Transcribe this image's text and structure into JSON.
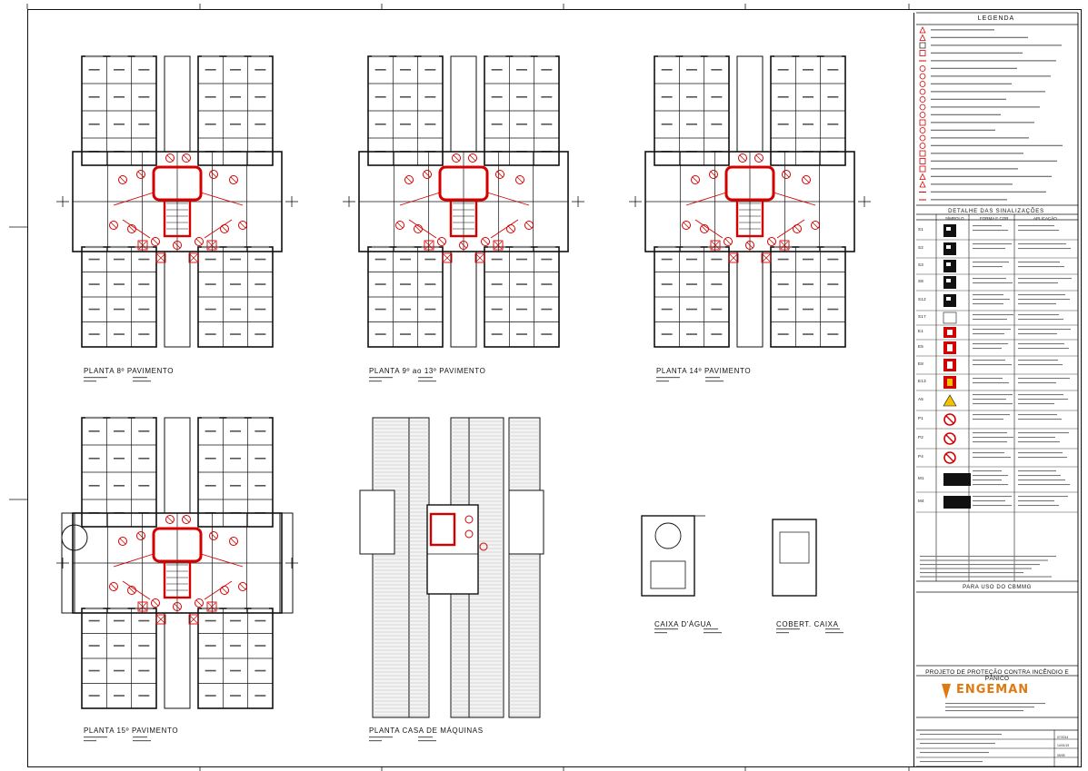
{
  "legend": {
    "title": "LEGENDA",
    "items": [
      {
        "color": "#d40000",
        "shape": "tri"
      },
      {
        "color": "#d40000",
        "shape": "tri"
      },
      {
        "color": "#333",
        "shape": "sq"
      },
      {
        "color": "#d40000",
        "shape": "sq"
      },
      {
        "color": "#d40000",
        "shape": "line"
      },
      {
        "color": "#d40000",
        "shape": "circ"
      },
      {
        "color": "#d40000",
        "shape": "circ"
      },
      {
        "color": "#d40000",
        "shape": "circ"
      },
      {
        "color": "#d40000",
        "shape": "circ"
      },
      {
        "color": "#d40000",
        "shape": "circ"
      },
      {
        "color": "#d40000",
        "shape": "circ"
      },
      {
        "color": "#d40000",
        "shape": "circ"
      },
      {
        "color": "#d40000",
        "shape": "sq"
      },
      {
        "color": "#d40000",
        "shape": "circ"
      },
      {
        "color": "#d40000",
        "shape": "circ"
      },
      {
        "color": "#d40000",
        "shape": "circ"
      },
      {
        "color": "#d40000",
        "shape": "sq"
      },
      {
        "color": "#d40000",
        "shape": "sq"
      },
      {
        "color": "#d40000",
        "shape": "sq"
      },
      {
        "color": "#d40000",
        "shape": "tri"
      },
      {
        "color": "#d40000",
        "shape": "tri"
      },
      {
        "color": "#d40000",
        "shape": "line"
      },
      {
        "color": "#d40000",
        "shape": "line"
      }
    ]
  },
  "sinalizacoes": {
    "title": "DETALHE DAS SINALIZAÇÕES",
    "head_simbolo": "SÍMBOLO",
    "head_forma": "FORMA E COR",
    "head_aplicacao": "APLICAÇÃO",
    "rows": [
      {
        "code": "S1",
        "kind": "green"
      },
      {
        "code": "S2",
        "kind": "green"
      },
      {
        "code": "S3",
        "kind": "green"
      },
      {
        "code": "S8",
        "kind": "green"
      },
      {
        "code": "S12",
        "kind": "green"
      },
      {
        "code": "S17",
        "kind": "white"
      },
      {
        "code": "E1",
        "kind": "red"
      },
      {
        "code": "E5",
        "kind": "red"
      },
      {
        "code": "E8",
        "kind": "red"
      },
      {
        "code": "E13",
        "kind": "redyellow"
      },
      {
        "code": "A5",
        "kind": "yellow"
      },
      {
        "code": "P1",
        "kind": "redcircle"
      },
      {
        "code": "P2",
        "kind": "redcircle"
      },
      {
        "code": "P4",
        "kind": "redcircle"
      },
      {
        "code": "M1",
        "kind": "black"
      },
      {
        "code": "M4",
        "kind": "black"
      }
    ]
  },
  "uso_cbmmg": "PARA USO DO CBMMG",
  "projeto": "PROJETO DE PROTEÇÃO CONTRA INCÊNDIO E PÂNICO",
  "logo": {
    "name": "ENGEMAN",
    "color": "#e07a10"
  },
  "plans": [
    {
      "title": "PLANTA 8º PAVIMENTO"
    },
    {
      "title": "PLANTA 9º ao 13º PAVIMENTO"
    },
    {
      "title": "PLANTA 14º PAVIMENTO"
    },
    {
      "title": "PLANTA 15º PAVIMENTO"
    },
    {
      "title": "PLANTA CASA DE MÁQUINAS"
    },
    {
      "title": "CAIXA D'ÁGUA"
    },
    {
      "title": "COBERT. CAIXA"
    }
  ],
  "sheet_codes": {
    "code1": "07/2014",
    "code2": "14/01/15",
    "code3": "05/05"
  },
  "colors": {
    "line": "#111111",
    "accent_red": "#d40000",
    "sign_green": "#1a9a3a"
  }
}
